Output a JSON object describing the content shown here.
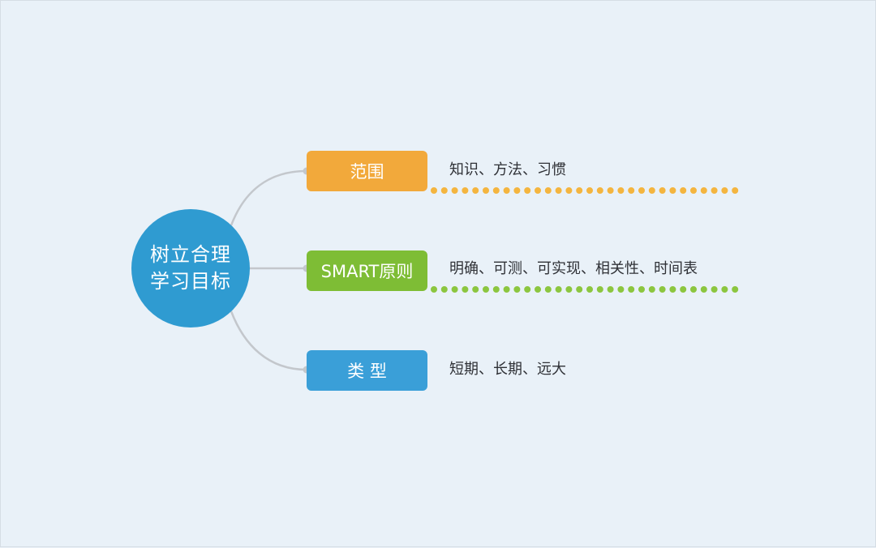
{
  "center": {
    "line1": "树立合理",
    "line2": "学习目标",
    "color": "#2f9bd1"
  },
  "connector_color": "#c3c7cc",
  "branches": [
    {
      "label": "范围",
      "description": "知识、方法、习惯",
      "color": "#f2a93b",
      "dot_color": "#f4b53f"
    },
    {
      "label": "SMART原则",
      "description": "明确、可测、可实现、相关性、时间表",
      "color": "#7ebd35",
      "dot_color": "#8cc63f"
    },
    {
      "label": "类 型",
      "description": "短期、长期、远大",
      "color": "#3a9fd8",
      "dot_color": "#3ea4dc"
    }
  ]
}
